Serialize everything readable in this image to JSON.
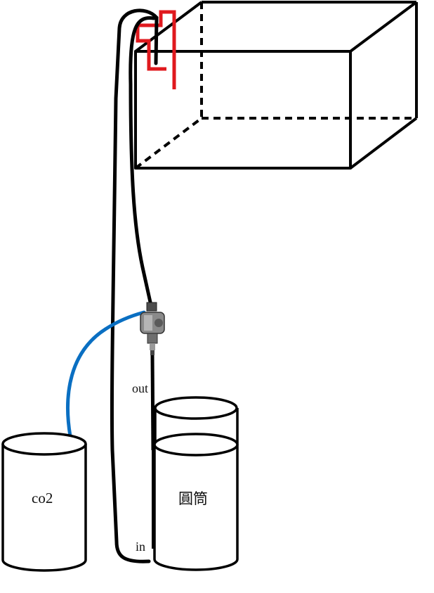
{
  "labels": {
    "out": "out",
    "in": "in",
    "co2": "co2",
    "canister": "圓筒"
  },
  "colors": {
    "stroke": "#000000",
    "co2_tube": "#0a6fc2",
    "outlet_pipe": "#e0191e",
    "valve_body": "#7d7d7d",
    "background": "#ffffff"
  }
}
